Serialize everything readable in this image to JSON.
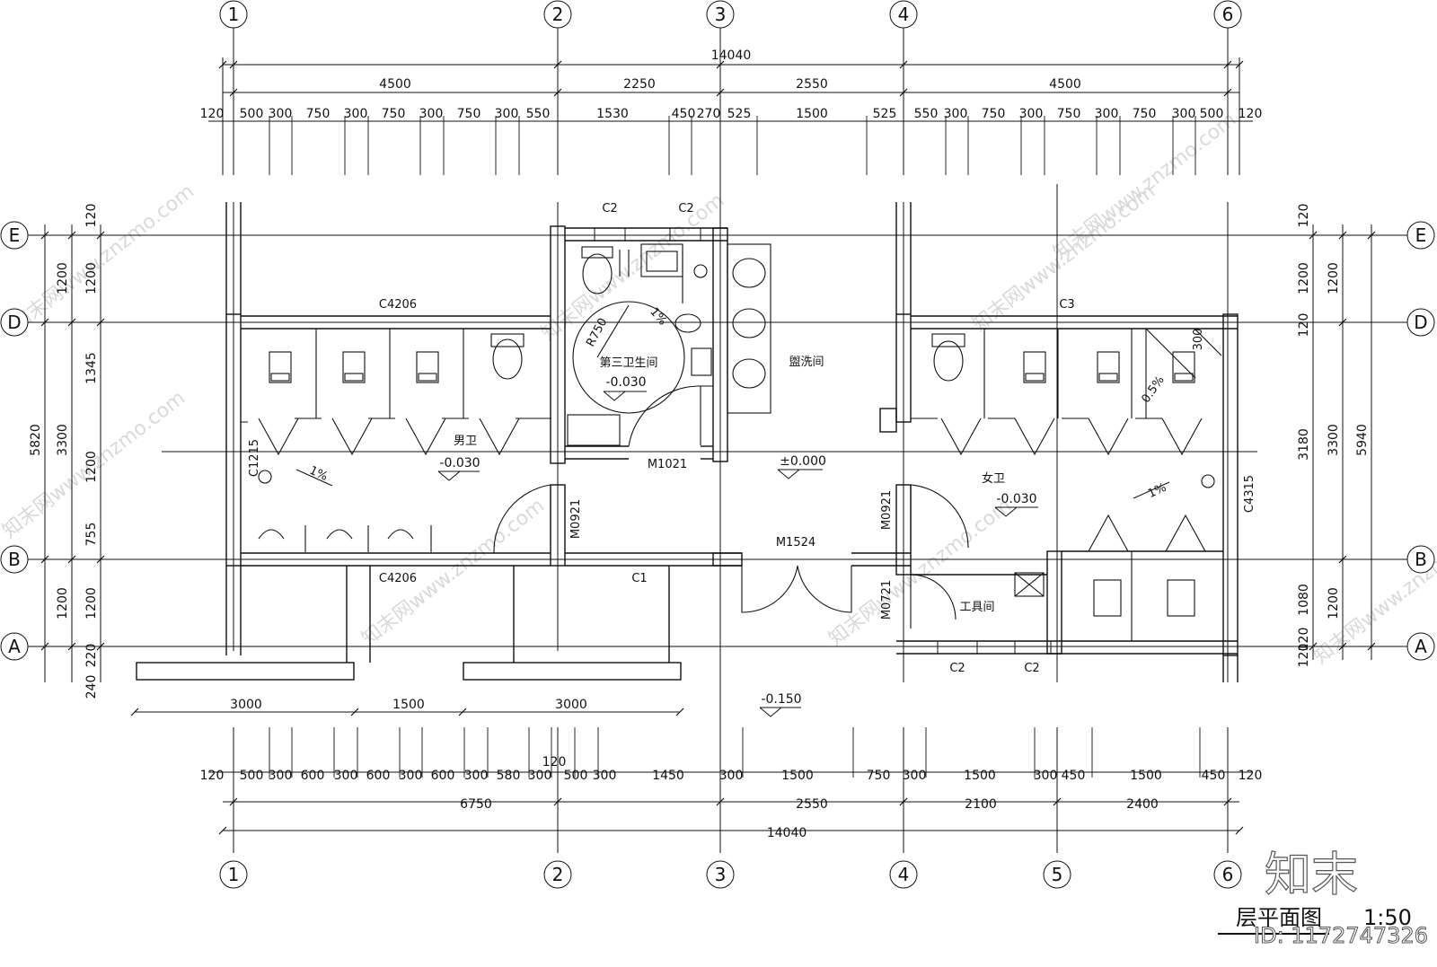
{
  "drawing": {
    "title": "层平面图",
    "scale": "1:50",
    "logo_text": "知末",
    "id_text": "ID: 1172747326",
    "watermark_text": "知末网www.znzmo.com"
  },
  "grid_axes": {
    "numbers": [
      "1",
      "2",
      "3",
      "4",
      "5",
      "6"
    ],
    "letters": [
      "A",
      "B",
      "D",
      "E"
    ]
  },
  "dimensions": {
    "top_overall": "14040",
    "top_bays": [
      "4500",
      "2250",
      "2550",
      "4500"
    ],
    "top_detail": [
      "120",
      "500",
      "300",
      "750",
      "300",
      "750",
      "300",
      "750",
      "300",
      "550",
      "1530",
      "450",
      "270",
      "525",
      "1500",
      "525",
      "550",
      "300",
      "750",
      "300",
      "750",
      "300",
      "750",
      "300",
      "500",
      "120"
    ],
    "bottom_overall": "14040",
    "bottom_bays": [
      "6750",
      "2550",
      "2100",
      "2400"
    ],
    "bottom_detail": [
      "120",
      "500",
      "300",
      "600",
      "300",
      "600",
      "300",
      "600",
      "300",
      "580",
      "300",
      "500",
      "300",
      "1450",
      "300",
      "1500",
      "750",
      "300",
      "1500",
      "300",
      "450",
      "1500",
      "450",
      "120"
    ],
    "bottom_extra": "120",
    "steps": [
      "3000",
      "1500",
      "3000"
    ],
    "left_outer": [
      "5820"
    ],
    "left_mid": [
      "1200",
      "3300",
      "1200",
      "240"
    ],
    "left_inner": [
      "120",
      "1200",
      "1345",
      "1200",
      "755",
      "1200",
      "220"
    ],
    "right_outer": [
      "5940"
    ],
    "right_mid": [
      "1200",
      "3300",
      "1200"
    ],
    "right_inner": [
      "120",
      "1200",
      "120",
      "3180",
      "1080",
      "120",
      "120"
    ]
  },
  "rooms": {
    "men": "男卫",
    "women": "女卫",
    "third": "第三卫生间",
    "wash": "盥洗间",
    "tool": "工具间"
  },
  "elevations": {
    "men": "-0.030",
    "third": "-0.030",
    "hall": "±0.000",
    "women": "-0.030",
    "outside": "-0.150"
  },
  "openings": {
    "c2_a": "C2",
    "c2_b": "C2",
    "c2_c": "C2",
    "c2_d": "C2",
    "c4206_top": "C4206",
    "c4206_bottom": "C4206",
    "c3": "C3",
    "c1": "C1",
    "c1215": "C1215",
    "c4315": "C4315",
    "m1021": "M1021",
    "m0921_a": "M0921",
    "m0921_b": "M0921",
    "m1524": "M1524",
    "m0721": "M0721"
  },
  "annotations": {
    "radius": "R750",
    "slope_men": "1%",
    "slope_third": "1%",
    "slope_women": "1%",
    "slope_shower": "0.5%",
    "shower_dim": "300"
  }
}
